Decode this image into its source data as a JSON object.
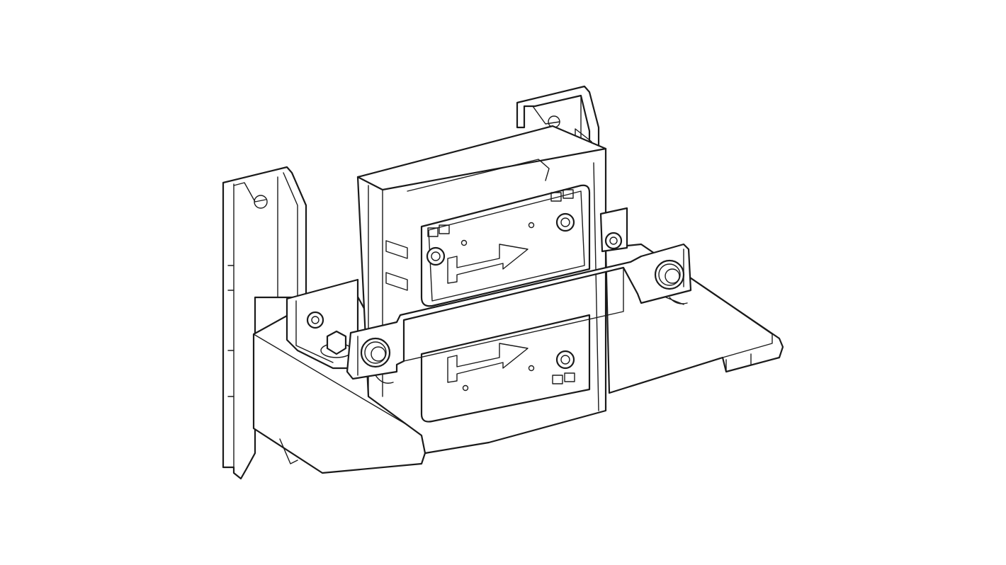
{
  "figure": {
    "kind": "technical line drawing",
    "subject": "metal mounting bracket assembly with two snap-in modules, cross strap and bolts",
    "background_color": "#ffffff",
    "line_color": "#1a1a1a",
    "components": [
      {
        "id": "left-upright",
        "label": "left vertical mounting rail with hook slot"
      },
      {
        "id": "right-upright",
        "label": "rear right vertical mounting rail with hook slot"
      },
      {
        "id": "module-upper",
        "label": "upper module with right-pointing arrow marking"
      },
      {
        "id": "module-lower",
        "label": "lower module with right-pointing arrow marking"
      },
      {
        "id": "cross-strap",
        "label": "horizontal clamping strap across modules"
      },
      {
        "id": "left-bolt",
        "label": "left strap bolt"
      },
      {
        "id": "right-bolt",
        "label": "right strap bolt"
      },
      {
        "id": "base-tray",
        "label": "angled base tray / support shelf"
      },
      {
        "id": "right-tray",
        "label": "right side support shelf"
      }
    ],
    "arrow_marking_direction": "right"
  }
}
